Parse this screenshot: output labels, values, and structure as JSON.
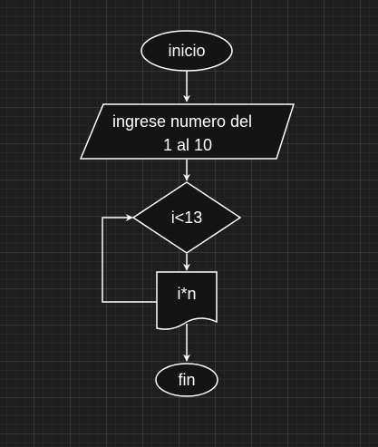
{
  "diagram": {
    "nodes": {
      "start": {
        "label": "inicio",
        "shape": "terminator"
      },
      "input": {
        "label_line1": "ingrese numero del",
        "label_line2": "1 al 10",
        "shape": "data"
      },
      "decision": {
        "label": "i<13",
        "shape": "decision"
      },
      "process": {
        "label": "i*n",
        "shape": "document"
      },
      "end": {
        "label": "fin",
        "shape": "terminator"
      }
    },
    "edges": [
      {
        "from": "inicio",
        "to": "ingrese numero del 1 al 10"
      },
      {
        "from": "ingrese numero del 1 al 10",
        "to": "i<13"
      },
      {
        "from": "i<13",
        "to": "i*n"
      },
      {
        "from": "i*n",
        "to": "i<13"
      },
      {
        "from": "i*n",
        "to": "fin"
      }
    ],
    "colors": {
      "background": "#1e1e1e",
      "shape_fill": "#141414",
      "stroke": "#ffffff",
      "text": "#ffffff"
    }
  }
}
